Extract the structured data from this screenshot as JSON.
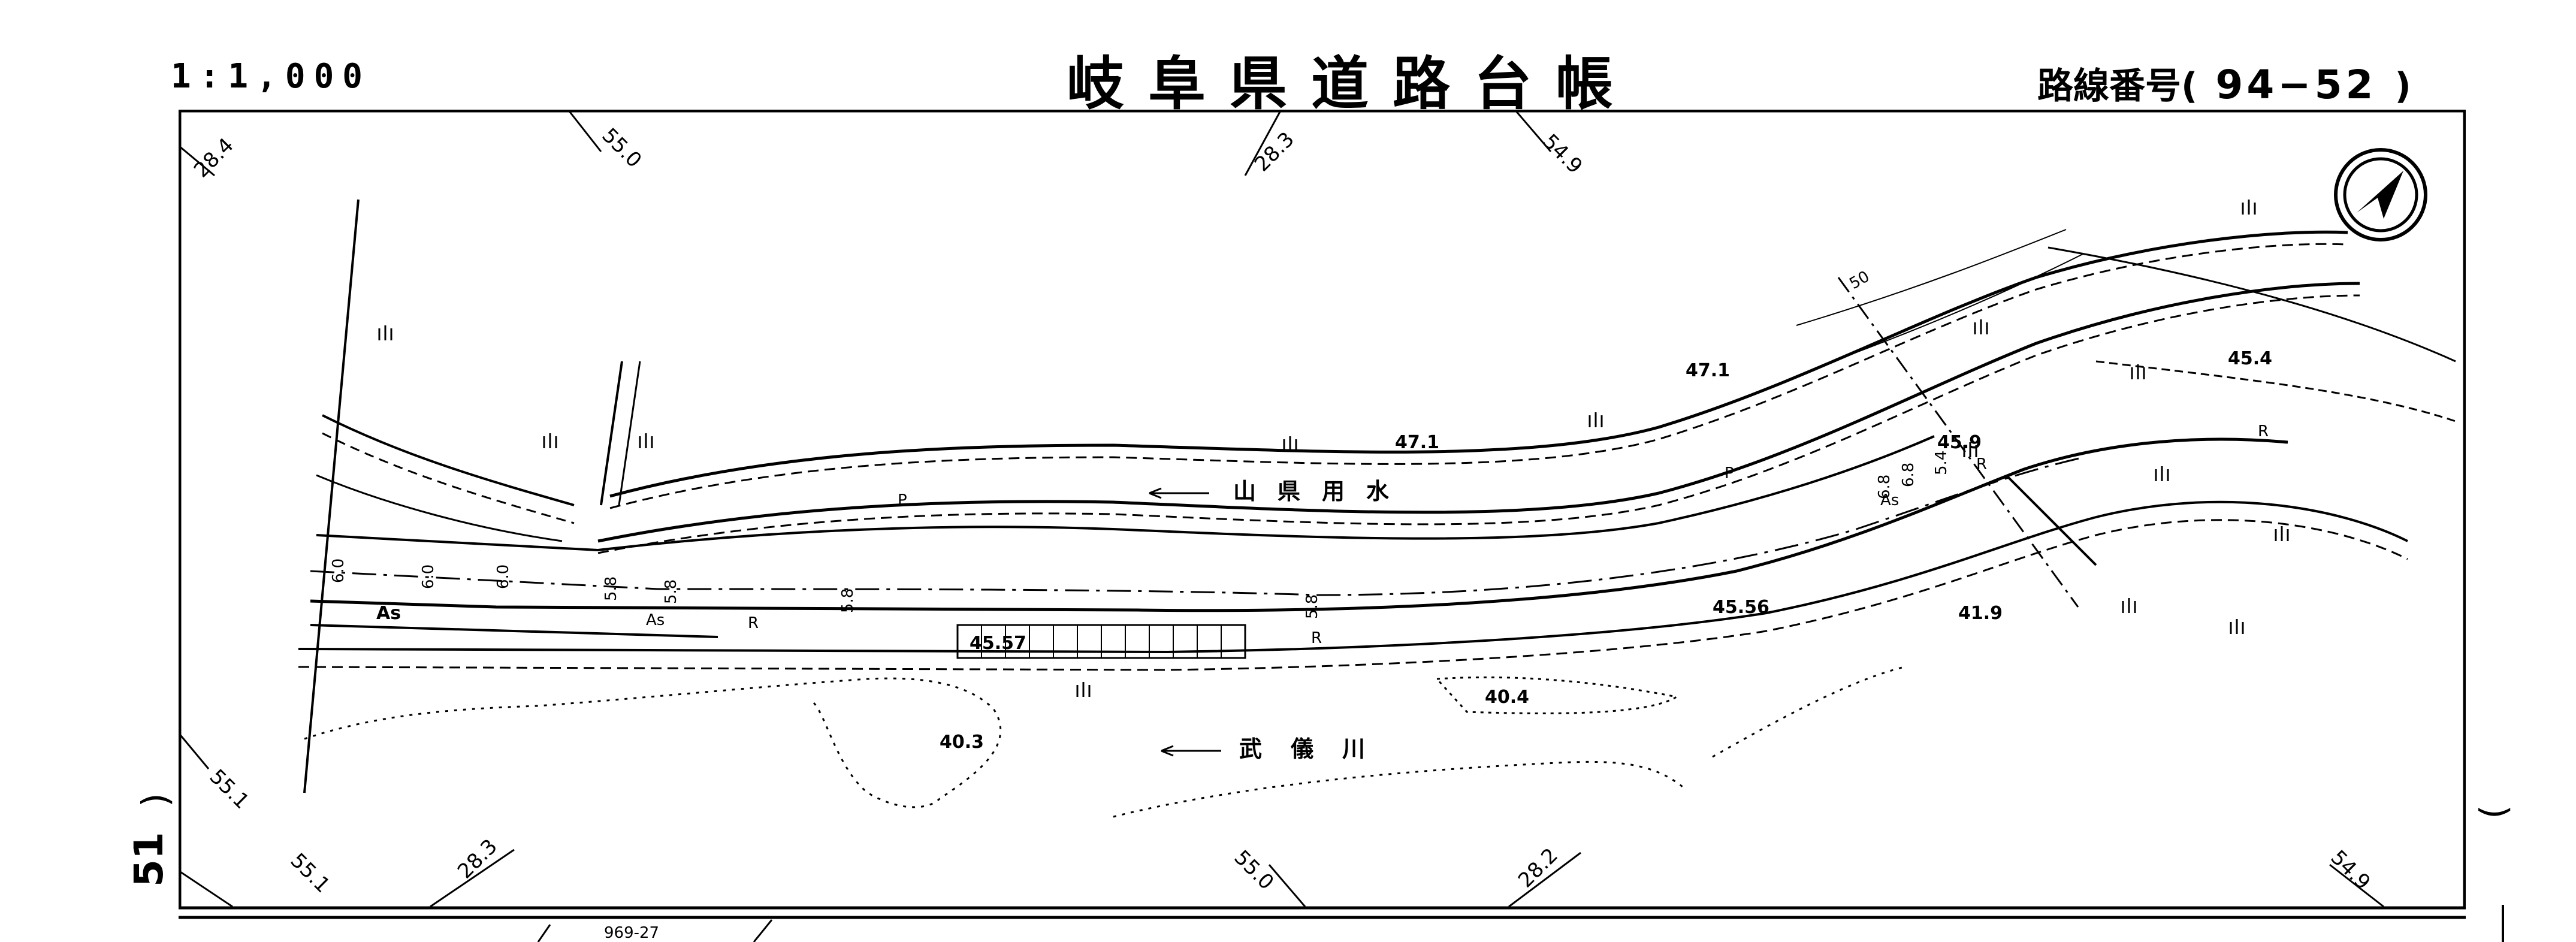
{
  "header": {
    "scale": "1:1,000",
    "title": "岐阜県道路台帳",
    "route_label": "路線番号(",
    "route_number": "94−52",
    "route_close": ")"
  },
  "map": {
    "coords_top": [
      "28.4",
      "55.0",
      "28.3",
      "54.9"
    ],
    "coords_left": [
      "55.1",
      "55.1"
    ],
    "coords_bottom": [
      "28.3",
      "55.0",
      "28.2",
      "54.9"
    ],
    "sheet_number": "969-27",
    "side_number": "51",
    "canal_name": "山県用水",
    "river_name": "武儀川",
    "elevations": [
      "47.1",
      "47.1",
      "45.4",
      "45.9",
      "45.56",
      "45.57",
      "41.9",
      "40.4",
      "40.3"
    ],
    "widths": [
      "6.0",
      "6.0",
      "6.0",
      "5.8",
      "5.8",
      "5.8",
      "5.8",
      "6.8",
      "5.4",
      "6.8"
    ],
    "surface_labels": [
      "As",
      "As",
      "As",
      "R",
      "R",
      "R",
      "P",
      "P"
    ],
    "contour_label": "50",
    "road_marker": "R"
  },
  "colors": {
    "ink": "#000000",
    "paper": "#ffffff"
  },
  "icons": {
    "north_arrow": "north-arrow-icon"
  }
}
